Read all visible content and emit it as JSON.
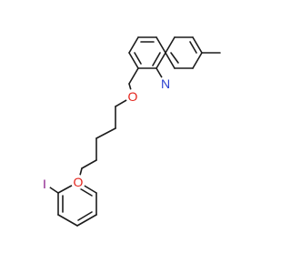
{
  "atoms": {
    "quinoline_n": {
      "label": "N",
      "color": "#2a3fcf"
    },
    "quinoline_o": {
      "label": "O",
      "color": "#e4231b"
    },
    "phenyl_o": {
      "label": "O",
      "color": "#e4231b"
    },
    "iodine": {
      "label": "I",
      "color": "#8a1c8a"
    }
  },
  "bond_color": "#1c1c1c"
}
